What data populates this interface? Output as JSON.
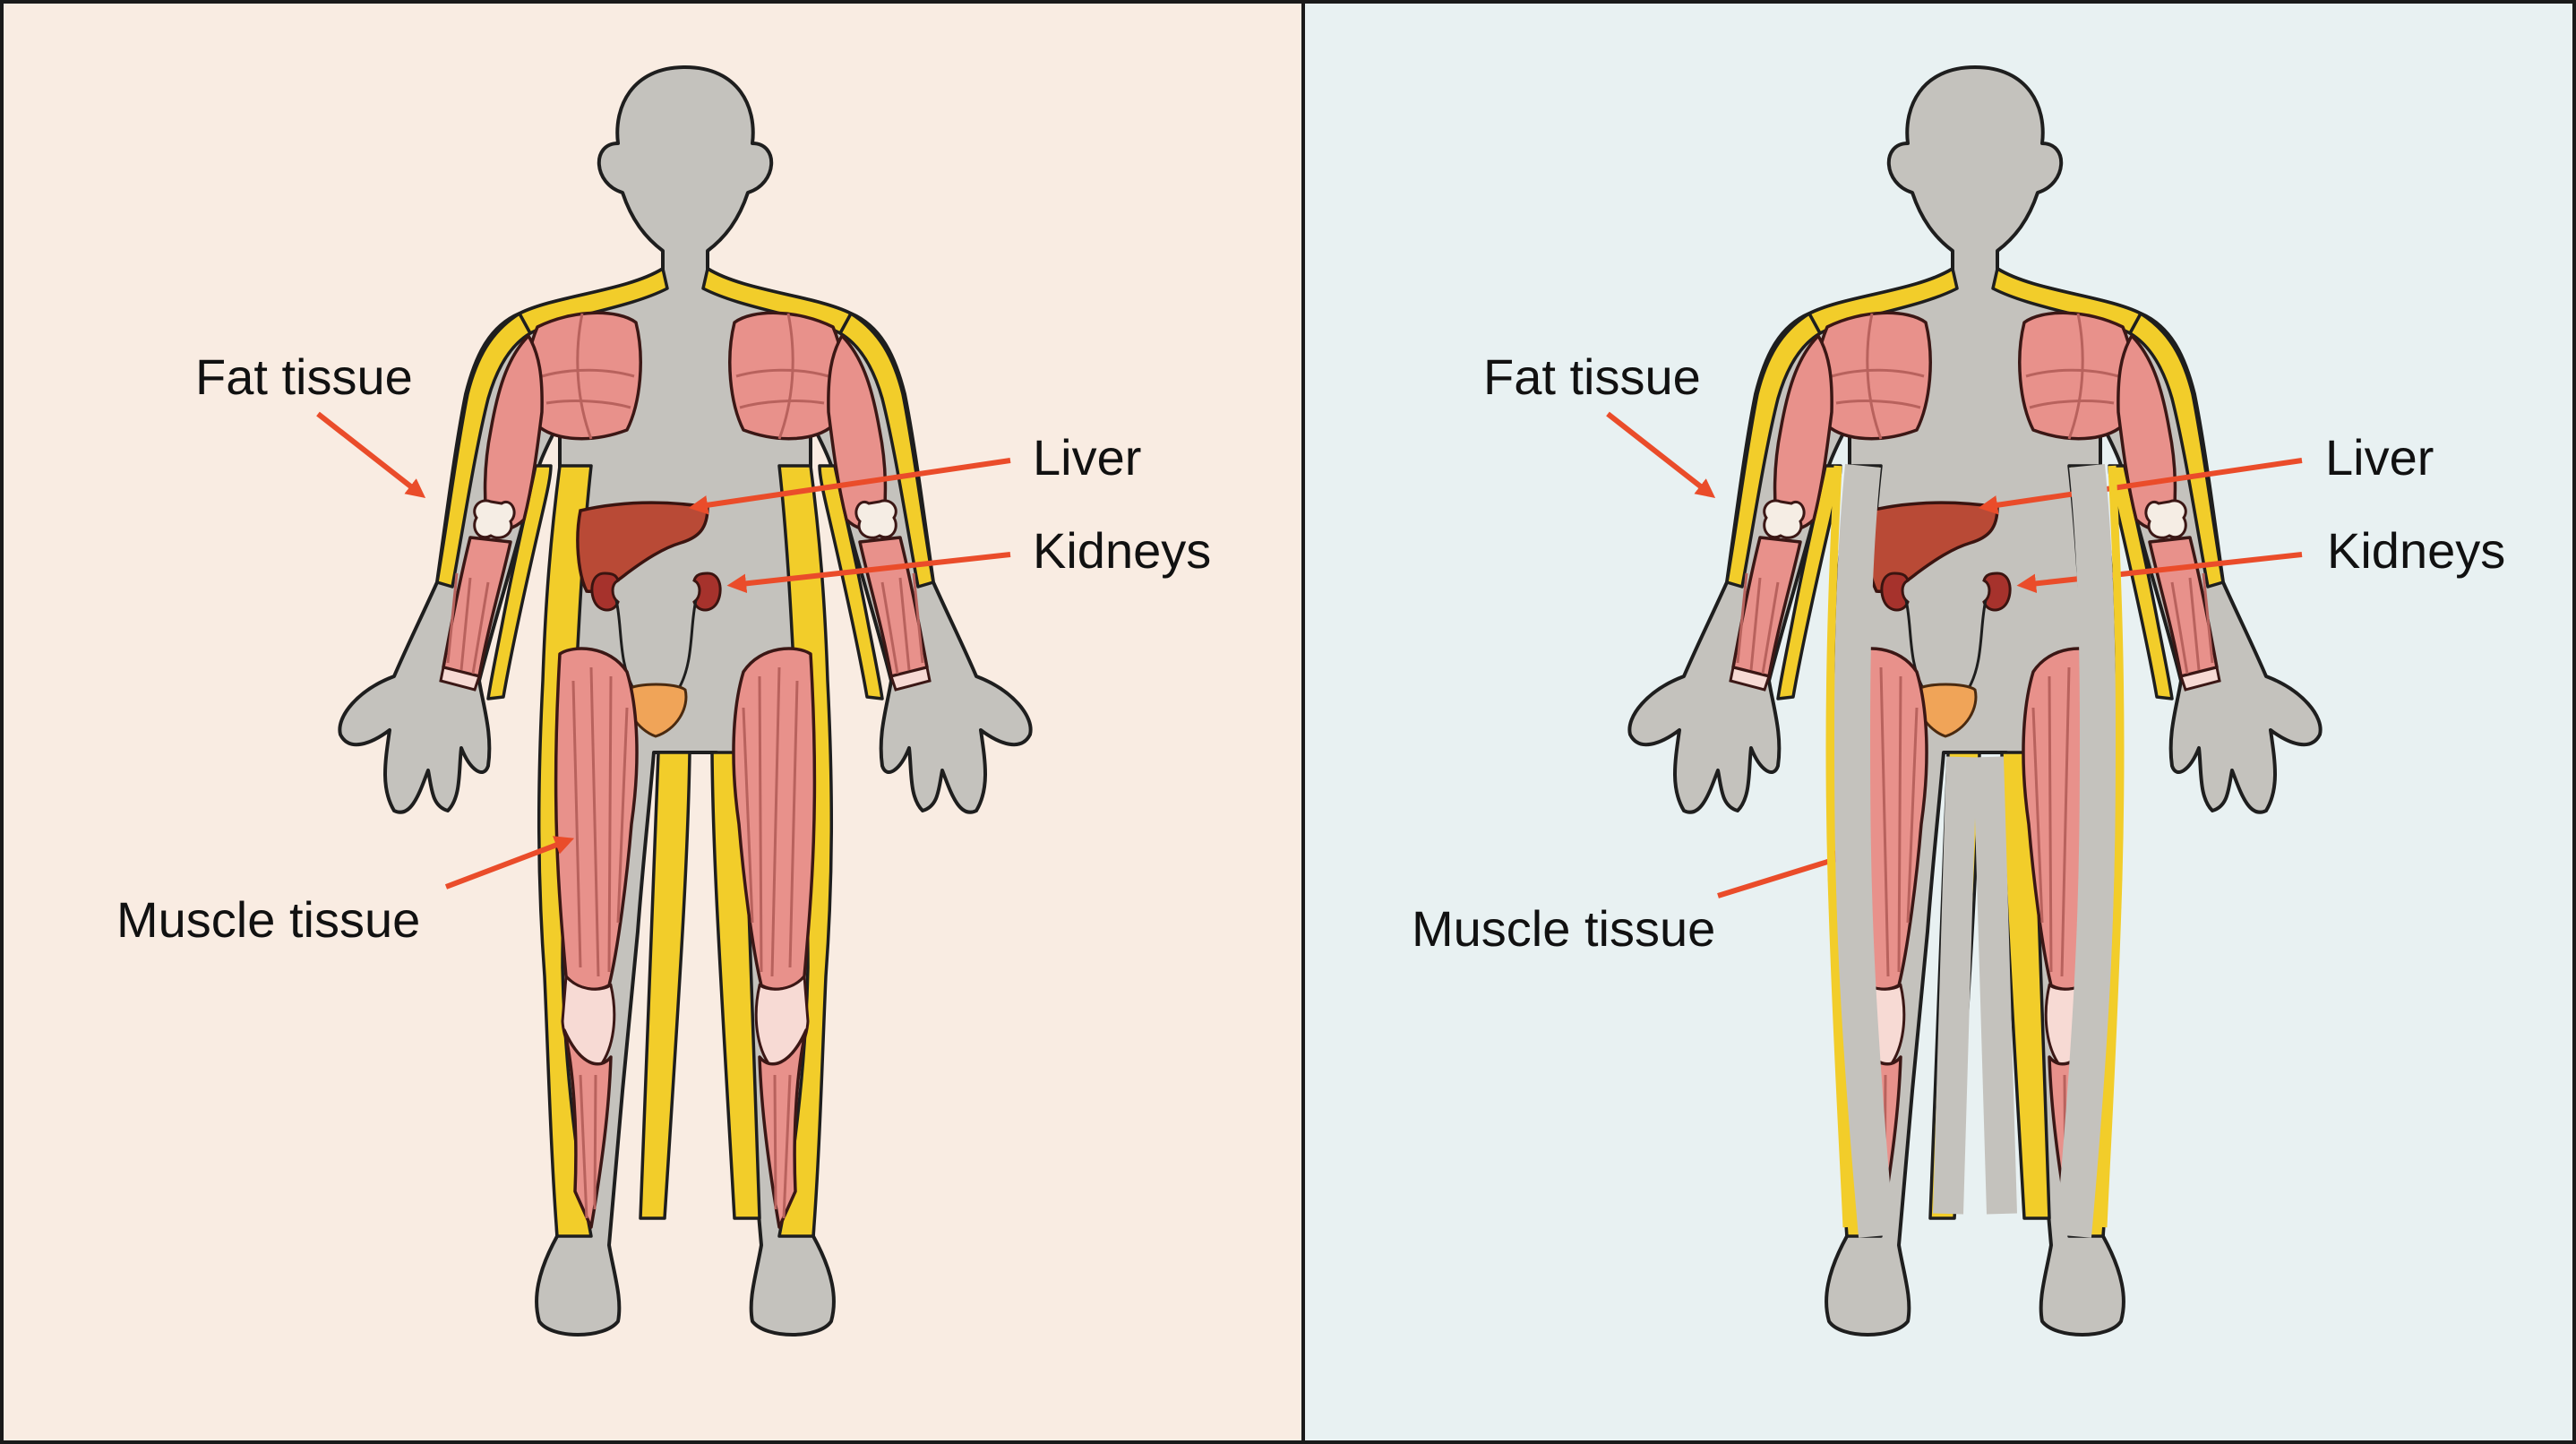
{
  "colors": {
    "left_panel_bg": "#f9ece2",
    "right_panel_bg": "#e8f1f2",
    "body_fill": "#c4c2bd",
    "fat_fill": "#f2cd2a",
    "muscle_fill": "#e8918b",
    "liver_fill": "#b94a36",
    "kidney_fill": "#a6322c",
    "bladder_fill": "#f0a458",
    "arrow_color": "#ea4c2a"
  },
  "left_panel": {
    "fat_label": "Fat tissue",
    "liver_label": "Liver",
    "kidneys_label": "Kidneys",
    "muscle_label": "Muscle tissue"
  },
  "right_panel": {
    "fat_label": "Fat tissue",
    "liver_label": "Liver",
    "kidneys_label": "Kidneys",
    "muscle_label": "Muscle tissue"
  }
}
